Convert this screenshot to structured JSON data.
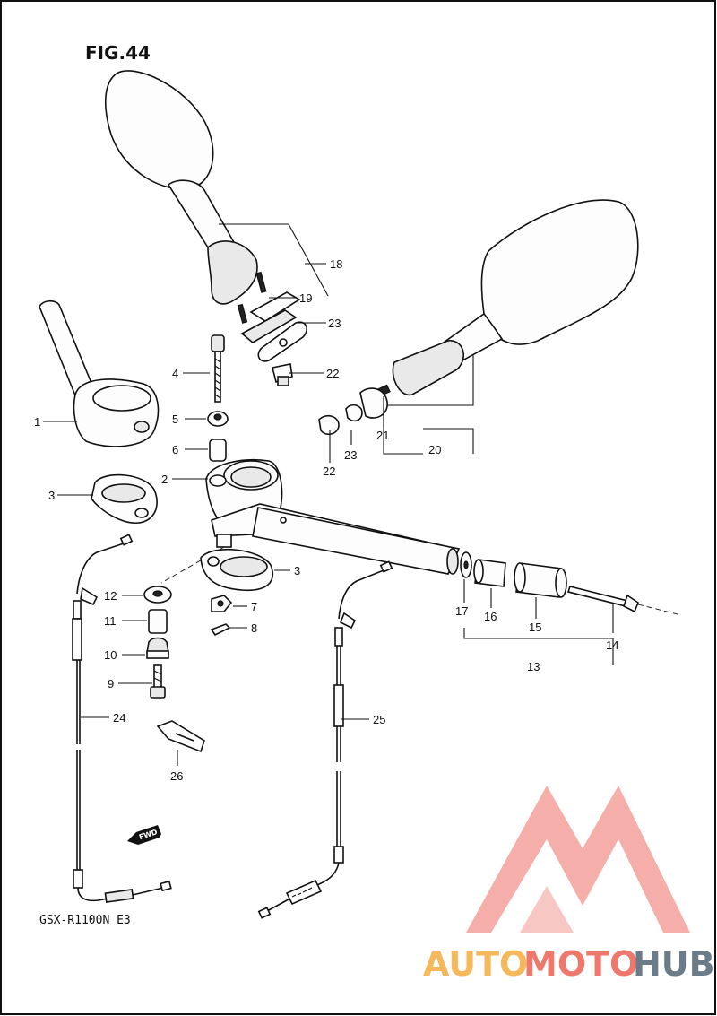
{
  "figure": {
    "title": "FIG.44",
    "model_code": "GSX-R1100N E3",
    "fwd_label": "FWD"
  },
  "callouts": {
    "c1": "1",
    "c2": "2",
    "c3a": "3",
    "c3b": "3",
    "c4": "4",
    "c5": "5",
    "c6": "6",
    "c7": "7",
    "c8": "8",
    "c9": "9",
    "c10": "10",
    "c11": "11",
    "c12": "12",
    "c13": "13",
    "c14": "14",
    "c15": "15",
    "c16": "16",
    "c17": "17",
    "c18": "18",
    "c19": "19",
    "c20": "20",
    "c21": "21",
    "c22a": "22",
    "c22b": "22",
    "c23a": "23",
    "c23b": "23",
    "c24": "24",
    "c25": "25",
    "c26": "26"
  },
  "watermark": {
    "part1": "AUTO",
    "part2": "MOTO",
    "part3": "HUB",
    "colors": {
      "yellow": "#f4b24a",
      "red": "#ee6a5e",
      "gray": "#5b6e7c"
    }
  }
}
